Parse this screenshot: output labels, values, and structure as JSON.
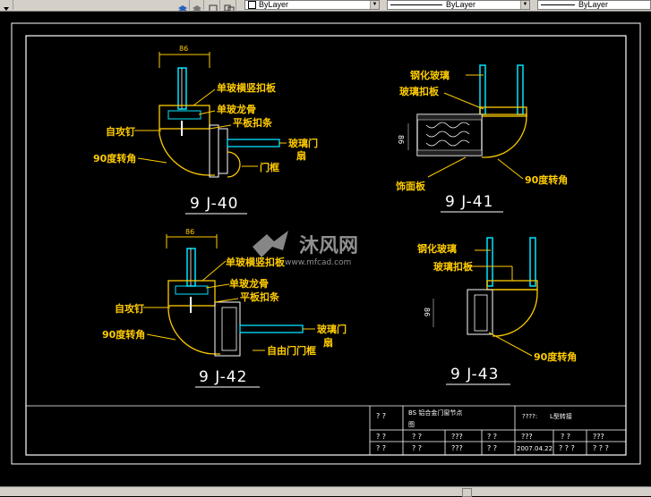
{
  "toolbar": {
    "layer_dropdown": "ByLayer",
    "linetype_dropdown": "ByLayer",
    "lineweight_dropdown": "ByLayer"
  },
  "details": [
    {
      "id": "9J-40",
      "caption": "9 J-40",
      "dimension": "86",
      "labels": {
        "clip": "单玻横竖扣板",
        "keel": "单玻龙骨",
        "strip": "平板扣条",
        "screw": "自攻钉",
        "glass_door": "玻璃门",
        "glass_door_2": "扇",
        "frame": "门框",
        "corner": "90度转角"
      }
    },
    {
      "id": "9J-41",
      "caption": "9 J-41",
      "dimension": "86",
      "labels": {
        "tempered": "钢化玻璃",
        "clip": "玻璃扣板",
        "panel": "饰面板",
        "corner": "90度转角"
      }
    },
    {
      "id": "9J-42",
      "caption": "9 J-42",
      "dimension": "86",
      "labels": {
        "clip": "单玻横竖扣板",
        "keel": "单玻龙骨",
        "strip": "平板扣条",
        "screw": "自攻钉",
        "glass_door": "玻璃门",
        "glass_door_2": "扇",
        "frame": "自由门门框",
        "corner": "90度转角"
      }
    },
    {
      "id": "9J-43",
      "caption": "9 J-43",
      "dimension": "86",
      "labels": {
        "tempered": "钢化玻璃",
        "clip": "玻璃扣板",
        "corner": "90度转角"
      }
    }
  ],
  "watermark": {
    "brand": "沐风网",
    "url": "www.mfcad.com"
  },
  "title_block": {
    "row1": [
      "? ?",
      "BS 铝合金门窗节点",
      "图",
      "????:",
      "L型转接"
    ],
    "row2": [
      "? ?",
      "? ?",
      "???",
      "? ?",
      "???",
      "? ?",
      "???"
    ],
    "row3": [
      "? ?",
      "? ?",
      "???",
      "? ?",
      "2007.04.22",
      "? ? ?",
      "? ? ?"
    ]
  },
  "colors": {
    "linework": "#ffcc00",
    "glass": "#00e5ff",
    "frame": "#ffffff",
    "background": "#000000"
  }
}
